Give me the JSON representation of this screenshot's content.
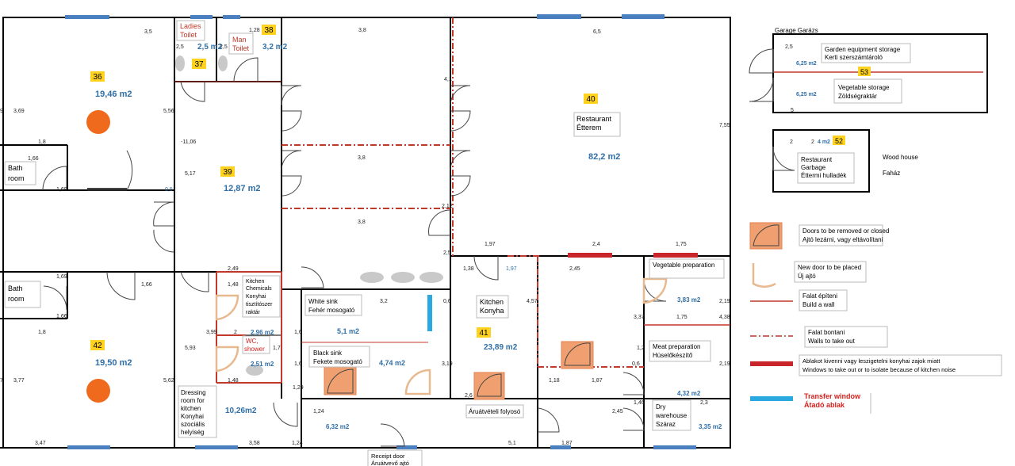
{
  "colors": {
    "wall": "#000000",
    "window": "#4a7fc0",
    "room_number_bg": "#ffd21f",
    "area_text": "#2f6fa7",
    "red_wall": "#c0392b",
    "noise_wall": "#c8262a",
    "transfer": "#2aa8e0",
    "door_orange": "#f0a070",
    "door_outline": "#e8b98f",
    "round_fixture": "#ef6a1c",
    "sink": "#c9c9c9",
    "red_text": "#d4201c"
  },
  "rooms": [
    {
      "num": "36",
      "area": "19,46 m2"
    },
    {
      "num": "37",
      "area": "2,5 m2",
      "name_1": "Ladies",
      "name_2": "Toilet"
    },
    {
      "num": "38",
      "area": "3,2 m2",
      "name_1": "Man",
      "name_2": "Toilet"
    },
    {
      "num": "39",
      "area": "12,87 m2"
    },
    {
      "num": "40",
      "area": "82,2 m2",
      "name_1": "Restaurant",
      "name_2": "Étterem"
    },
    {
      "num": "41",
      "area": "23,89 m2",
      "name_1": "Kitchen",
      "name_2": "Konyha"
    },
    {
      "num": "42",
      "area": "19,50 m2"
    }
  ],
  "labels": {
    "bath1_1": "Bath",
    "bath1_2": "room",
    "bath2_1": "Bath",
    "bath2_2": "room",
    "chem_1": "Kitchen",
    "chem_2": "Chemicals",
    "chem_3": "Konyhai",
    "chem_4": "tisztítószer",
    "chem_5": "raktár",
    "wc_1": "WC,",
    "wc_2": "shower",
    "white_1": "White sink",
    "white_2": "Fehér mosogató",
    "black_1": "Black sink",
    "black_2": "Fekete mosogató",
    "dress_1": "Dressing",
    "dress_2": "room for",
    "dress_3": "kitchen",
    "dress_4": "Konyhai",
    "dress_5": "szociális",
    "dress_6": "helyiség",
    "corridor": "Áruátvételi folyosó",
    "receipt_1": "Receipt door",
    "receipt_2": "Áruátvevő ajtó",
    "veg_prep": "Vegetable preparation",
    "meat_1": "Meat preparation",
    "meat_2": "Húselőkészítő",
    "dry_1": "Dry",
    "dry_2": "warehouse",
    "dry_3": "Száraz",
    "garage": "Garage  Garázs",
    "garden_1": "Garden equipment storage",
    "garden_2": "Kerti szerszámtároló",
    "vegst_1": "Vegetable storage",
    "vegst_2": "Zöldségraktár",
    "garb_1": "Restaurant",
    "garb_2": "Garbage",
    "garb_3": "Éttermi hulladék",
    "wood_1": "Wood house",
    "wood_2": "Faház",
    "num_53": "53",
    "num_52": "52"
  },
  "areas": {
    "chem": "2,96 m2",
    "wc": "2,51 m2",
    "white": "5,1 m2",
    "black": "4,74 m2",
    "dress": "10,26m2",
    "corridor": "6,32 m2",
    "veg": "3,83 m2",
    "meat": "4,32 m2",
    "dry": "3,35 m2",
    "garden": "6,25 m2",
    "vegst": "6,25 m2",
    "garb": "4 m2"
  },
  "dims": {
    "d1": "3,5",
    "d2": "2,5",
    "d3": "1,28",
    "d4": "2,5",
    "d5": "3,8",
    "d6": "6,5",
    "d7": "3,69",
    "d8": "5,56",
    "d9": "4,1",
    "d10": "7,55",
    "d11": "1,8",
    "d12": "-11,06",
    "d13": "1,66",
    "d14": "5,17",
    "d15": "1,69",
    "d16": "0,5",
    "d17": "3,8",
    "d18": "2,12",
    "d19": "3,8",
    "d20": "1,97",
    "d21": "2,4",
    "d22": "1,75",
    "d23": "2,5",
    "d24": "1,38",
    "d25": "1,97",
    "d26": "2,49",
    "d27": "1,69",
    "d28": "1,66",
    "d29": "1,48",
    "d30": "2,45",
    "d31": "3,2",
    "d32": "0,6",
    "d33": "4,57",
    "d34": "2,19",
    "d35": "3,37",
    "d36": "1,75",
    "d37": "4,38",
    "d38": "1,8",
    "d39": "1,66",
    "d40": "3,99",
    "d41": "2",
    "d42": "1,6",
    "d43": "1,2",
    "d44": "1,7",
    "d45": "5,93",
    "d46": "1,6",
    "d47": "3,19",
    "d48": "0,6",
    "d49": "2,19",
    "d50": "3,77",
    "d51": "5,62",
    "d52": "1,48",
    "d53": "1,29",
    "d54": "2,6",
    "d55": "1,18",
    "d56": "1,87",
    "d57": "1,24",
    "d58": "1,46",
    "d59": "2,3",
    "d60": "2,45",
    "d61": "3,47",
    "d62": "3,58",
    "d63": "1,24",
    "d64": "5,1",
    "d65": "1,87",
    "d66": "2,5",
    "d67": "5",
    "d68": "2",
    "d69": "2",
    "d70": "9",
    "d71": "7"
  },
  "legend": [
    {
      "text_1": "Doors to be removed or closed",
      "text_2": "Ajtó lezárni, vagy eltávolítani",
      "icon": "door-remove-icon"
    },
    {
      "text_1": "New door to be placed",
      "text_2": "Új ajtó",
      "icon": "new-door-icon"
    },
    {
      "text_1": "Falat építeni",
      "text_2": "Build a wall",
      "icon": "build-wall-icon"
    },
    {
      "text_1": "Falat bontani",
      "text_2": "Walls to take out",
      "icon": "remove-wall-icon"
    },
    {
      "text_1": "Ablakot kivenni vagy leszigetelni konyhai zajok miatt",
      "text_2": "Windows to take out or to isolate because of kitchen noise",
      "icon": "noise-window-icon"
    },
    {
      "text_1": "Transfer window",
      "text_2": "Átadó ablak",
      "icon": "transfer-window-icon"
    }
  ]
}
